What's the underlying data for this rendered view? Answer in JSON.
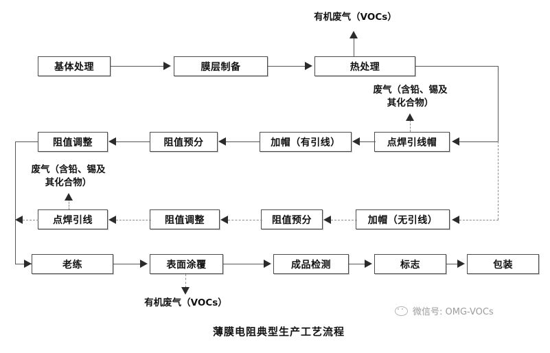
{
  "diagram": {
    "caption": "薄膜电阻典型生产工艺流程",
    "nodes": [
      {
        "id": "substrate",
        "label": "基体处理"
      },
      {
        "id": "film-prep",
        "label": "膜层制备"
      },
      {
        "id": "heat-treat",
        "label": "热处理"
      },
      {
        "id": "res-adjust-1",
        "label": "阻值调整"
      },
      {
        "id": "res-presort-1",
        "label": "阻值预分"
      },
      {
        "id": "cap-lead",
        "label": "加帽（有引线）"
      },
      {
        "id": "spot-weld-cap",
        "label": "点焊引线帽"
      },
      {
        "id": "spot-weld-lead",
        "label": "点焊引线"
      },
      {
        "id": "res-adjust-2",
        "label": "阻值调整"
      },
      {
        "id": "res-presort-2",
        "label": "阻值预分"
      },
      {
        "id": "cap-nolead",
        "label": "加帽（无引线）"
      },
      {
        "id": "aging",
        "label": "老练"
      },
      {
        "id": "coating",
        "label": "表面涂覆"
      },
      {
        "id": "final-test",
        "label": "成品检测"
      },
      {
        "id": "marking",
        "label": "标志"
      },
      {
        "id": "packaging",
        "label": "包装"
      }
    ],
    "emissions": [
      {
        "id": "voc-heat",
        "text": "有机废气（VOCs）"
      },
      {
        "id": "fume-heat",
        "line1": "废气（含铅、锡及",
        "line2": "其化合物）"
      },
      {
        "id": "fume-weld",
        "line1": "废气（含铅、锡及",
        "line2": "其化合物）"
      },
      {
        "id": "voc-coating",
        "text": "有机废气（VOCs）"
      }
    ]
  },
  "watermark": {
    "text": "微信号: OMG-VOCs"
  },
  "colors": {
    "box_border": "#4a4a4a",
    "line": "#555555",
    "dashed_line": "#8a8a8a",
    "arrow": "#2b2b2b",
    "text": "#111111",
    "watermark": "#9c9c9c",
    "background": "#ffffff"
  }
}
